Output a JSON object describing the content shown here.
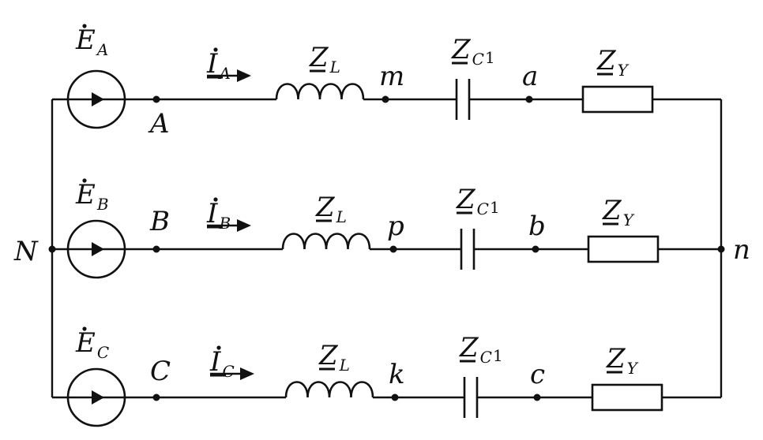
{
  "diagram": {
    "colors": {
      "stroke": "#111111",
      "background": "#ffffff"
    },
    "nodes": {
      "left": "N",
      "right": "n"
    },
    "phases": [
      {
        "source_main": "E",
        "source_sub": "A",
        "current_main": "I",
        "current_sub": "A",
        "start": "A",
        "after_inductor": "m",
        "after_capacitor": "a",
        "inductor_main": "Z",
        "inductor_sub": "L",
        "capacitor_main": "Z",
        "capacitor_sub": "C",
        "capacitor_index": "1",
        "load_main": "Z",
        "load_sub": "Y"
      },
      {
        "source_main": "E",
        "source_sub": "B",
        "current_main": "I",
        "current_sub": "B",
        "start": "B",
        "after_inductor": "p",
        "after_capacitor": "b",
        "inductor_main": "Z",
        "inductor_sub": "L",
        "capacitor_main": "Z",
        "capacitor_sub": "C",
        "capacitor_index": "1",
        "load_main": "Z",
        "load_sub": "Y"
      },
      {
        "source_main": "E",
        "source_sub": "C",
        "current_main": "I",
        "current_sub": "C",
        "start": "C",
        "after_inductor": "k",
        "after_capacitor": "c",
        "inductor_main": "Z",
        "inductor_sub": "L",
        "capacitor_main": "Z",
        "capacitor_sub": "C",
        "capacitor_index": "1",
        "load_main": "Z",
        "load_sub": "Y"
      }
    ]
  }
}
